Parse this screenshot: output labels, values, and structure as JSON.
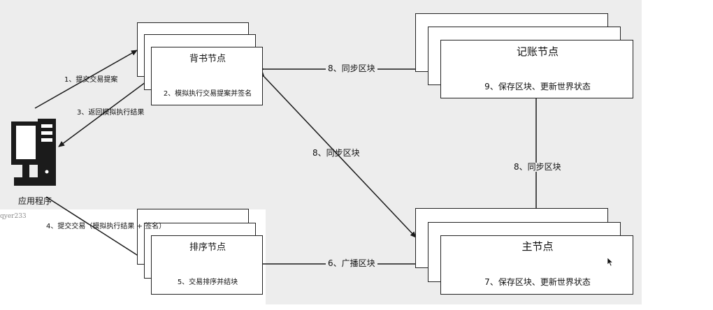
{
  "nodes": {
    "app": {
      "label": "应用程序"
    },
    "endorser": {
      "title": "背书节点",
      "action": "2、模拟执行交易提案并签名"
    },
    "orderer": {
      "title": "排序节点",
      "action": "5、交易排序并结块"
    },
    "committer": {
      "title": "记账节点",
      "action": "9、保存区块、更新世界状态"
    },
    "leader": {
      "title": "主节点",
      "action": "7、保存区块、更新世界状态"
    }
  },
  "edges": {
    "submit_proposal": "1、提交交易提案",
    "return_result": "3、返回模拟执行结果",
    "submit_tx": "4、提交交易（模拟执行结果 + 签名）",
    "broadcast_block": "6、广播区块",
    "sync_endorser_committer": "8、同步区块",
    "sync_endorser_leader": "8、同步区块",
    "sync_committer_leader": "8、同步区块"
  },
  "watermark": "qyer233",
  "colors": {
    "line": "#1a1a1a",
    "panel": "#ededed",
    "box_border": "#222222"
  }
}
